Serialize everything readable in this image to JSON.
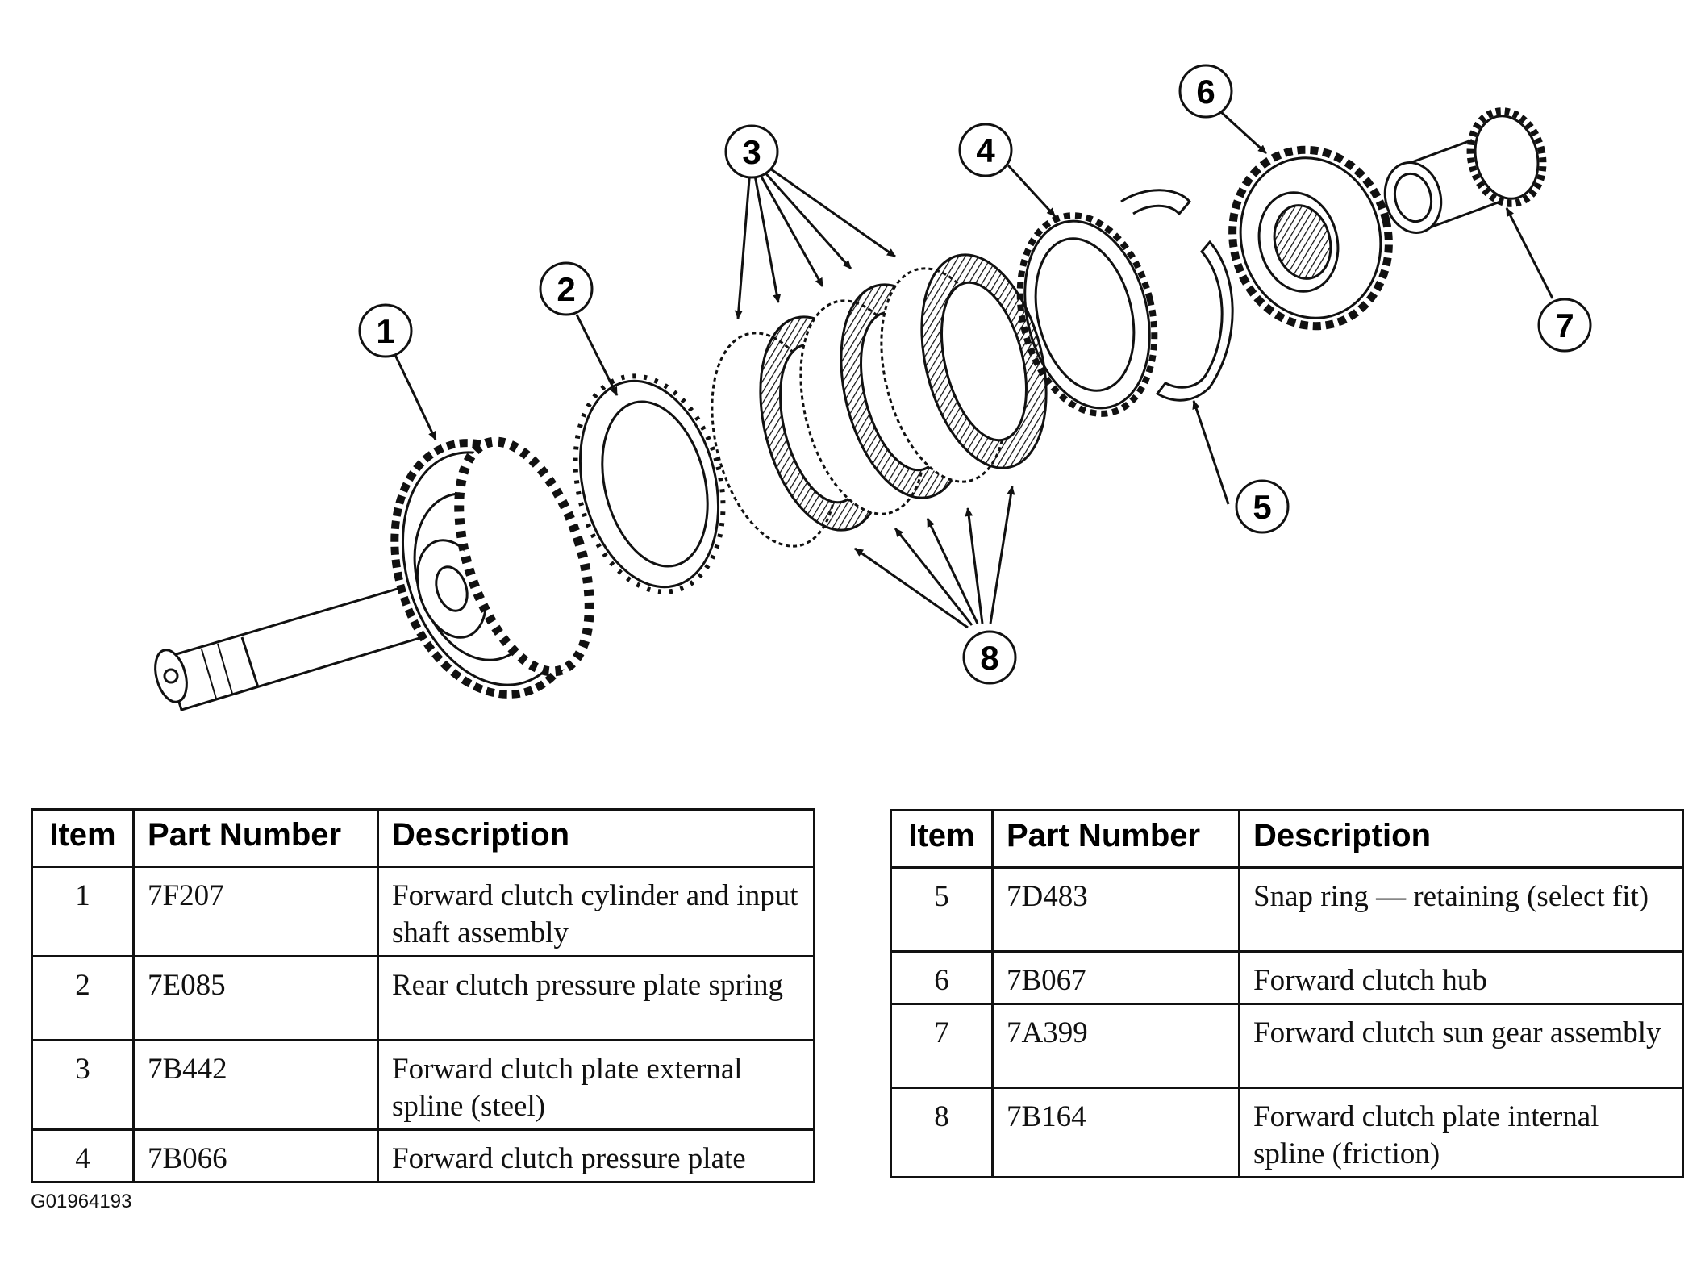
{
  "callouts": [
    "1",
    "2",
    "3",
    "4",
    "5",
    "6",
    "7",
    "8"
  ],
  "table_headers": {
    "item": "Item",
    "part_number": "Part Number",
    "description": "Description"
  },
  "table_left": [
    {
      "item": "1",
      "part_number": "7F207",
      "description": "Forward clutch cylinder and input shaft assembly"
    },
    {
      "item": "2",
      "part_number": "7E085",
      "description": "Rear clutch pressure plate spring"
    },
    {
      "item": "3",
      "part_number": "7B442",
      "description": "Forward clutch plate external spline (steel)"
    },
    {
      "item": "4",
      "part_number": "7B066",
      "description": "Forward clutch pressure plate"
    }
  ],
  "table_right": [
    {
      "item": "5",
      "part_number": "7D483",
      "description": "Snap ring — retaining (select fit)"
    },
    {
      "item": "6",
      "part_number": "7B067",
      "description": "Forward clutch hub"
    },
    {
      "item": "7",
      "part_number": "7A399",
      "description": "Forward clutch sun gear assembly"
    },
    {
      "item": "8",
      "part_number": "7B164",
      "description": "Forward clutch plate internal spline (friction)"
    }
  ],
  "figure_code": "G01964193"
}
